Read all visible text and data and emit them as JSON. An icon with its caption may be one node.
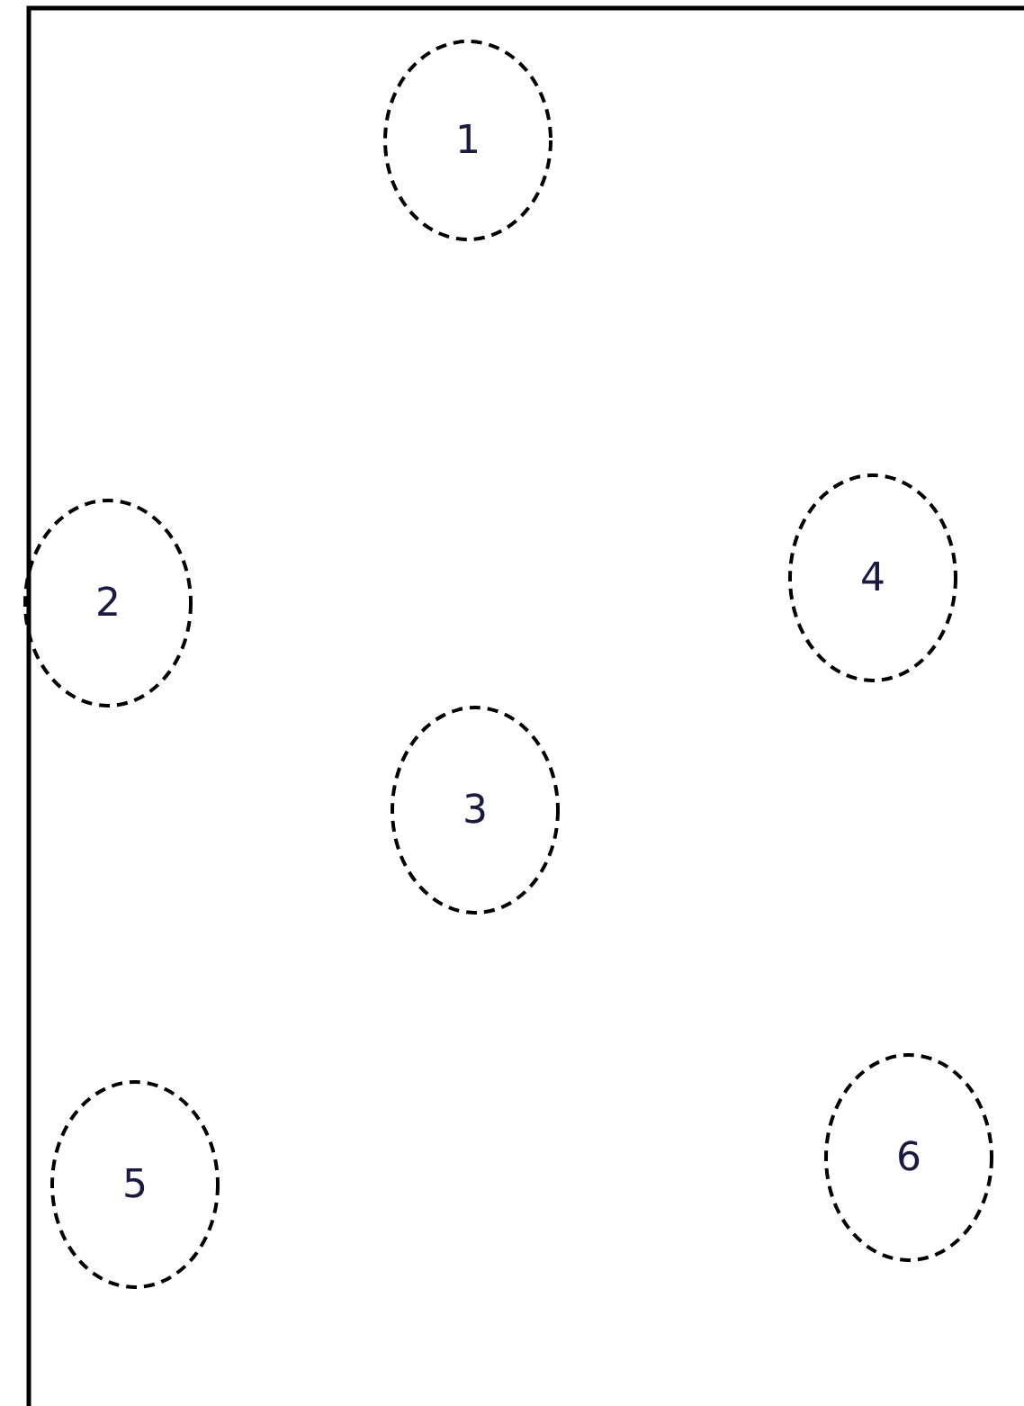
{
  "diagram": {
    "nodes": [
      {
        "text": [
          "1"
        ]
      },
      {
        "text": [
          "2"
        ]
      },
      {
        "text": [
          "4"
        ]
      },
      {
        "text": [
          "3"
        ]
      },
      {
        "text": [
          "5"
        ]
      },
      {
        "text": [
          "6"
        ]
      }
    ]
  }
}
